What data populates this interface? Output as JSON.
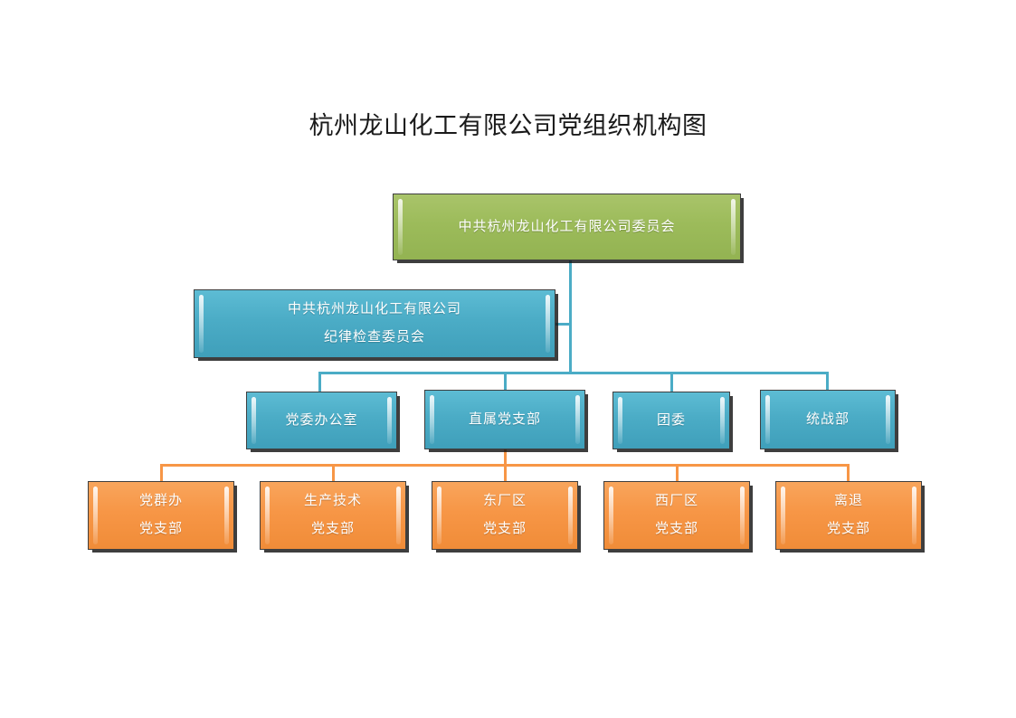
{
  "title": "杭州龙山化工有限公司党组织机构图",
  "colors": {
    "green": "#9CBB5A",
    "blue": "#4BACC6",
    "orange": "#F79646",
    "border": "#3F3F3F",
    "text": "#FFFFFF",
    "background": "#FFFFFF",
    "title_text": "#1A1A1A"
  },
  "chart_data": {
    "type": "diagram",
    "diagram_type": "organization-chart",
    "title": "杭州龙山化工有限公司党组织机构图",
    "levels": [
      {
        "level": 0,
        "color": "#9CBB5A",
        "nodes": [
          "中共杭州龙山化工有限公司委员会"
        ]
      },
      {
        "level": 1,
        "color": "#4BACC6",
        "nodes": [
          "中共杭州龙山化工有限公司\n纪律检查委员会"
        ]
      },
      {
        "level": 2,
        "color": "#4BACC6",
        "nodes": [
          "党委办公室",
          "直属党支部",
          "团委",
          "统战部"
        ]
      },
      {
        "level": 3,
        "color": "#F79646",
        "nodes": [
          "党群办\n党支部",
          "生产技术\n党支部",
          "东厂区\n党支部",
          "西厂区\n党支部",
          "离退\n党支部"
        ]
      }
    ],
    "edges": [
      {
        "from": "中共杭州龙山化工有限公司委员会",
        "to": "中共杭州龙山化工有限公司\n纪律检查委员会",
        "color": "#4BACC6"
      },
      {
        "from": "中共杭州龙山化工有限公司委员会",
        "to": "党委办公室",
        "color": "#4BACC6"
      },
      {
        "from": "中共杭州龙山化工有限公司委员会",
        "to": "直属党支部",
        "color": "#4BACC6"
      },
      {
        "from": "中共杭州龙山化工有限公司委员会",
        "to": "团委",
        "color": "#4BACC6"
      },
      {
        "from": "中共杭州龙山化工有限公司委员会",
        "to": "统战部",
        "color": "#4BACC6"
      },
      {
        "from": "直属党支部",
        "to": "党群办\n党支部",
        "color": "#F79646"
      },
      {
        "from": "直属党支部",
        "to": "生产技术\n党支部",
        "color": "#F79646"
      },
      {
        "from": "直属党支部",
        "to": "东厂区\n党支部",
        "color": "#F79646"
      },
      {
        "from": "直属党支部",
        "to": "西厂区\n党支部",
        "color": "#F79646"
      },
      {
        "from": "直属党支部",
        "to": "离退\n党支部",
        "color": "#F79646"
      }
    ]
  },
  "nodes": {
    "party_committee": "中共杭州龙山化工有限公司委员会",
    "discipline_committee": "中共杭州龙山化工有限公司\n纪律检查委员会",
    "office": "党委办公室",
    "direct_branch": "直属党支部",
    "youth_league": "团委",
    "united_front": "统战部",
    "branch_party_mass": "党群办\n党支部",
    "branch_production_tech": "生产技术\n党支部",
    "branch_east_plant": "东厂区\n党支部",
    "branch_west_plant": "西厂区\n党支部",
    "branch_retired": "离退\n党支部"
  }
}
